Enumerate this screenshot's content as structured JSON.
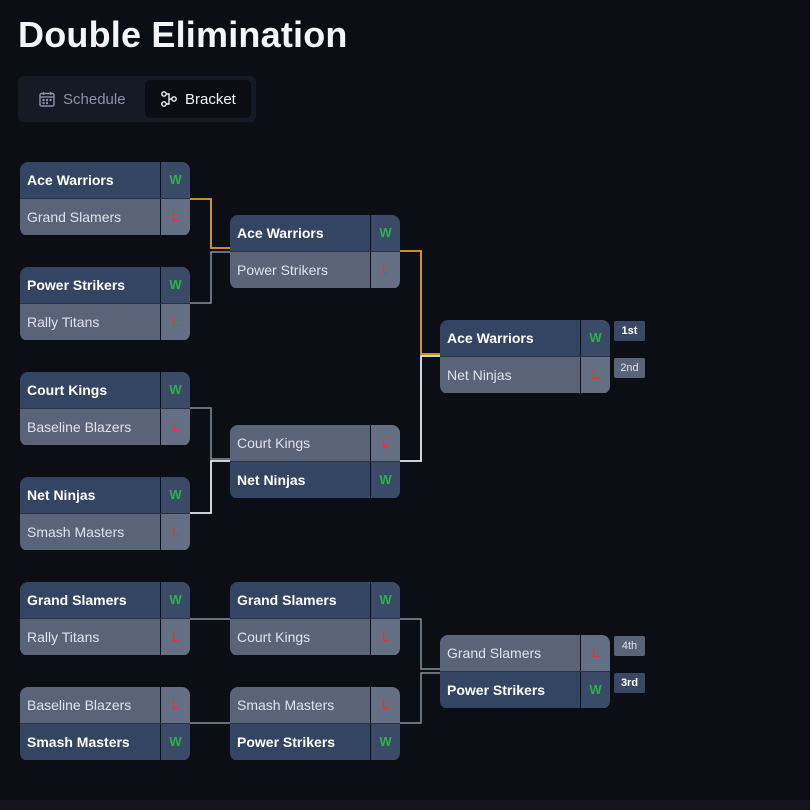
{
  "page": {
    "title": "Double Elimination"
  },
  "tabs": [
    {
      "label": "Schedule",
      "icon": "calendar-icon",
      "active": false
    },
    {
      "label": "Bracket",
      "icon": "bracket-icon",
      "active": true
    }
  ],
  "matches": [
    {
      "id": "r1m1",
      "teams": [
        {
          "name": "Ace Warriors",
          "result": "W"
        },
        {
          "name": "Grand Slamers",
          "result": "L"
        }
      ]
    },
    {
      "id": "r1m2",
      "teams": [
        {
          "name": "Power Strikers",
          "result": "W"
        },
        {
          "name": "Rally Titans",
          "result": "L"
        }
      ]
    },
    {
      "id": "r1m3",
      "teams": [
        {
          "name": "Court Kings",
          "result": "W"
        },
        {
          "name": "Baseline Blazers",
          "result": "L"
        }
      ]
    },
    {
      "id": "r1m4",
      "teams": [
        {
          "name": "Net Ninjas",
          "result": "W"
        },
        {
          "name": "Smash Masters",
          "result": "L"
        }
      ]
    },
    {
      "id": "r2m1",
      "teams": [
        {
          "name": "Ace Warriors",
          "result": "W"
        },
        {
          "name": "Power Strikers",
          "result": "L"
        }
      ]
    },
    {
      "id": "r2m2",
      "teams": [
        {
          "name": "Court Kings",
          "result": "L"
        },
        {
          "name": "Net Ninjas",
          "result": "W"
        }
      ]
    },
    {
      "id": "final",
      "teams": [
        {
          "name": "Ace Warriors",
          "result": "W"
        },
        {
          "name": "Net Ninjas",
          "result": "L"
        }
      ],
      "places": [
        "1st",
        "2nd"
      ]
    },
    {
      "id": "lb1m1",
      "teams": [
        {
          "name": "Grand Slamers",
          "result": "W"
        },
        {
          "name": "Rally Titans",
          "result": "L"
        }
      ]
    },
    {
      "id": "lb1m2",
      "teams": [
        {
          "name": "Baseline Blazers",
          "result": "L"
        },
        {
          "name": "Smash Masters",
          "result": "W"
        }
      ]
    },
    {
      "id": "lb2m1",
      "teams": [
        {
          "name": "Grand Slamers",
          "result": "W"
        },
        {
          "name": "Court Kings",
          "result": "L"
        }
      ]
    },
    {
      "id": "lb2m2",
      "teams": [
        {
          "name": "Smash Masters",
          "result": "L"
        },
        {
          "name": "Power Strikers",
          "result": "W"
        }
      ]
    },
    {
      "id": "third",
      "teams": [
        {
          "name": "Grand Slamers",
          "result": "L"
        },
        {
          "name": "Power Strikers",
          "result": "W"
        }
      ],
      "places": [
        "4th",
        "3rd"
      ]
    }
  ],
  "colors": {
    "background": "#0c0e15",
    "win_row": "#344463",
    "loss_row": "#5a6479",
    "win_text": "#2bb34a",
    "loss_text": "#e0343a",
    "winner_path": "#e5a21f",
    "connector": "#8a909c"
  }
}
